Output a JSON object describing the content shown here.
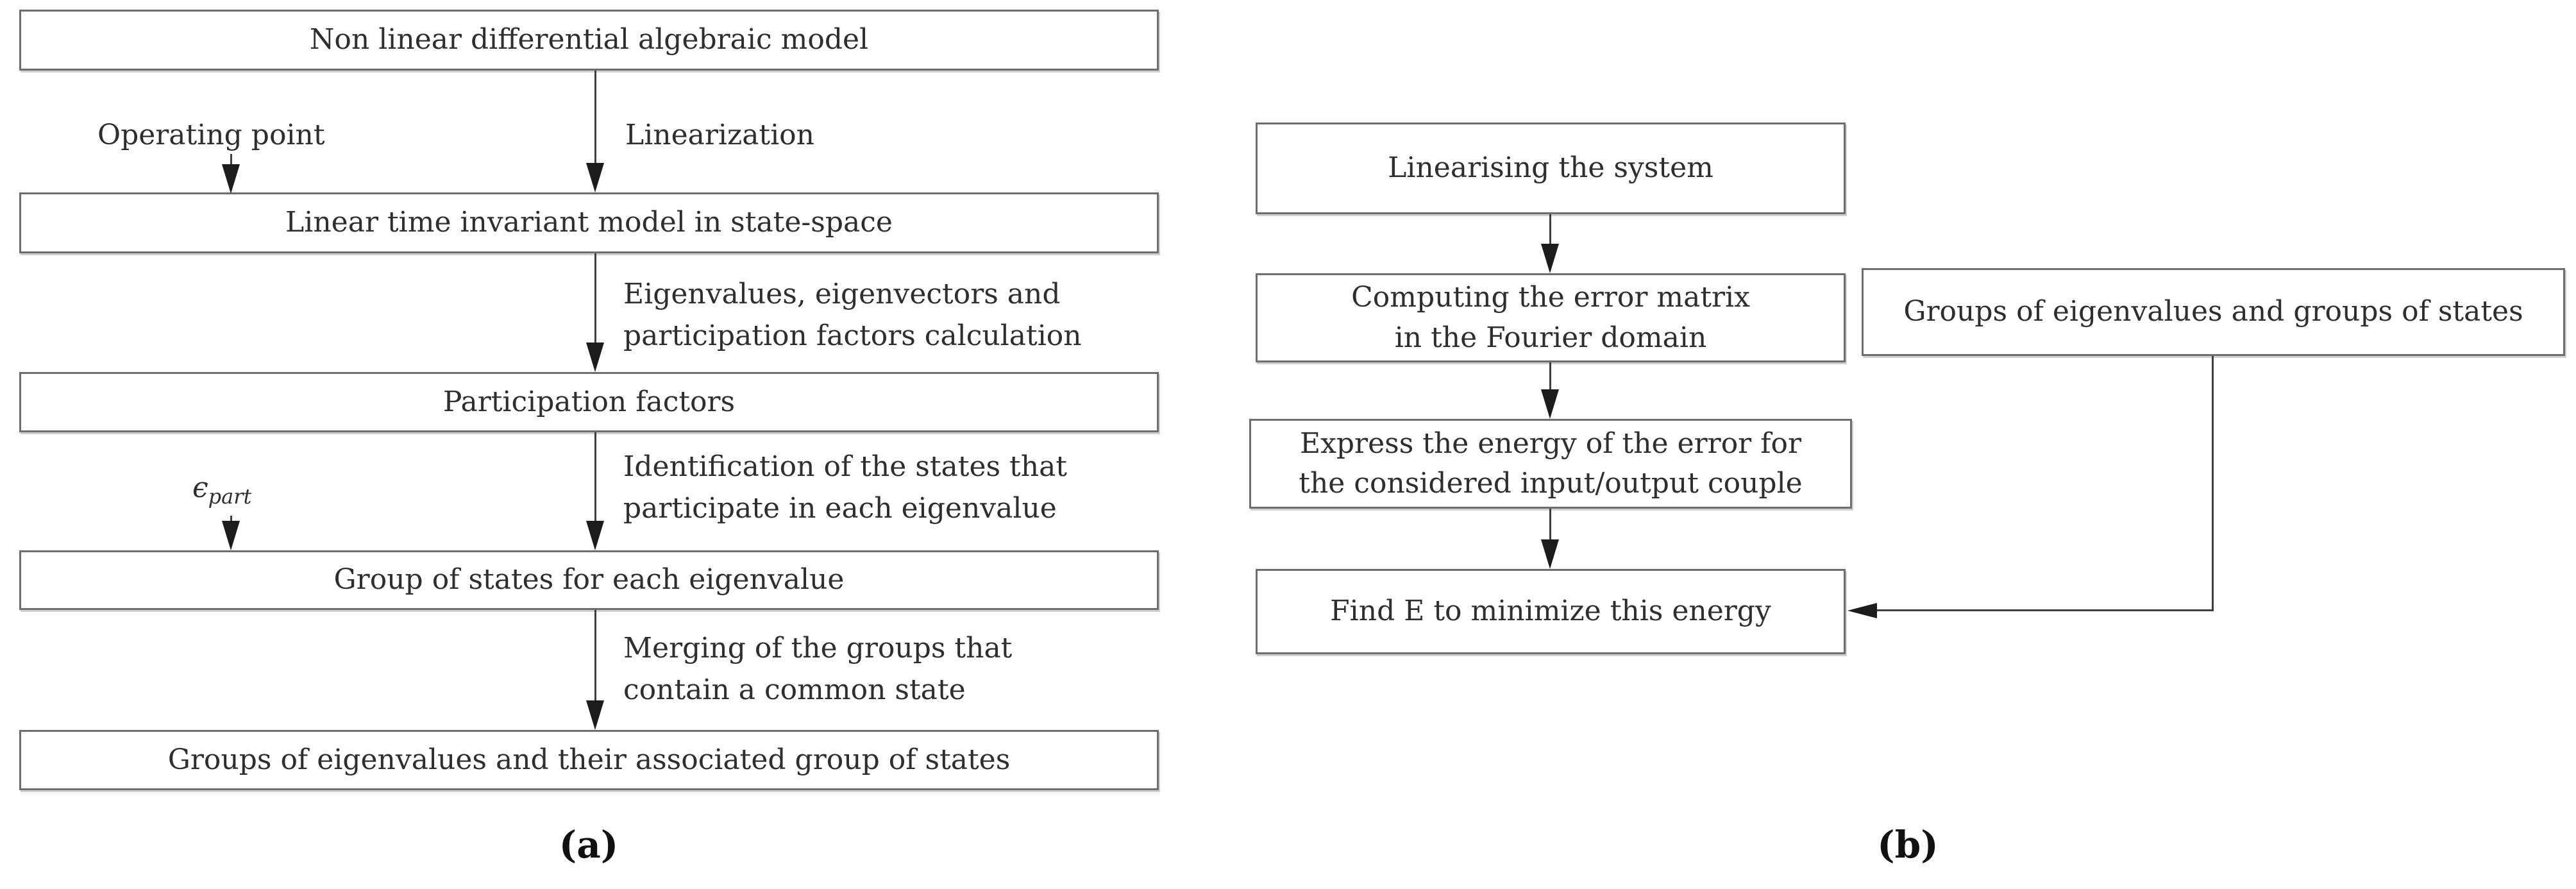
{
  "captions": {
    "panel_a": "(a)",
    "panel_b": "(b)"
  },
  "flowchart_a": {
    "boxes": [
      {
        "label": "Non linear differential algebraic model"
      },
      {
        "label": "Linear time invariant model in state-space"
      },
      {
        "label": "Participation factors"
      },
      {
        "label": "Group of states for each eigenvalue"
      },
      {
        "label": "Groups of eigenvalues and their associated group of states"
      }
    ],
    "edge_labels": {
      "operating_point": "Operating point",
      "linearization": "Linearization",
      "eigen_calculation": "Eigenvalues, eigenvectors and\nparticipation factors calculation",
      "identification": "Identification of the states that\nparticipate in each eigenvalue",
      "merging": "Merging of the groups that\ncontain a common state",
      "epsilon_symbol": "ϵ",
      "epsilon_subscript": "part"
    }
  },
  "flowchart_b": {
    "boxes": [
      {
        "label": "Linearising the system"
      },
      {
        "label": "Computing the error matrix\nin the Fourier domain"
      },
      {
        "label": "Express the energy of the error for\nthe considered input/output couple"
      },
      {
        "label": "Find E to minimize this energy"
      },
      {
        "label": "Groups of eigenvalues and groups of states"
      }
    ]
  },
  "colors": {
    "background": "#ffffff",
    "box_border": "#6e6e6e",
    "connector_line": "#3f3f3f",
    "arrowhead": "#1c1c1c",
    "text": "#2e2e2e"
  }
}
